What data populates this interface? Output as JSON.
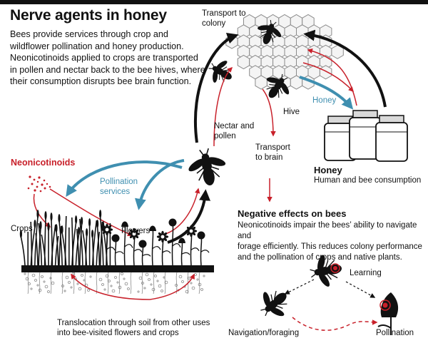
{
  "title": "Nerve agents in honey",
  "intro": "Bees provide services through crop and wildflower pollination and honey production. Neonicotinoids applied to crops are transported in pollen and nectar back to the bee hives, where their consumption disrupts bee brain function.",
  "labels": {
    "transport_to_colony": [
      "Transport to",
      "colony"
    ],
    "hive": "Hive",
    "honey_arrow": "Honey",
    "nectar_pollen": [
      "Nectar and",
      "pollen"
    ],
    "transport_to_brain": [
      "Transport",
      "to brain"
    ],
    "neonicotinoids": "Neonicotinoids",
    "pollination_services": [
      "Pollination",
      "services"
    ],
    "crops": "Crops",
    "flowers": "Flowers",
    "honey_title": "Honey",
    "honey_sub": "Human and bee consumption",
    "neg_title": "Negative effects on bees",
    "neg_body": [
      "Neonicotinoids impair the bees’ ability to navigate and",
      "forage efficiently. This reduces colony performance",
      "and the pollination of crops and native plants."
    ],
    "learning": "Learning",
    "navigation": "Navigation/foraging",
    "pollination": "Pollination",
    "translocation": [
      "Translocation through soil from other uses",
      "into bee-visited flowers and crops"
    ]
  },
  "colors": {
    "red": "#c8202a",
    "blue": "#3f8fb0",
    "black": "#111111",
    "jar_lid": "#d9d9d9"
  }
}
